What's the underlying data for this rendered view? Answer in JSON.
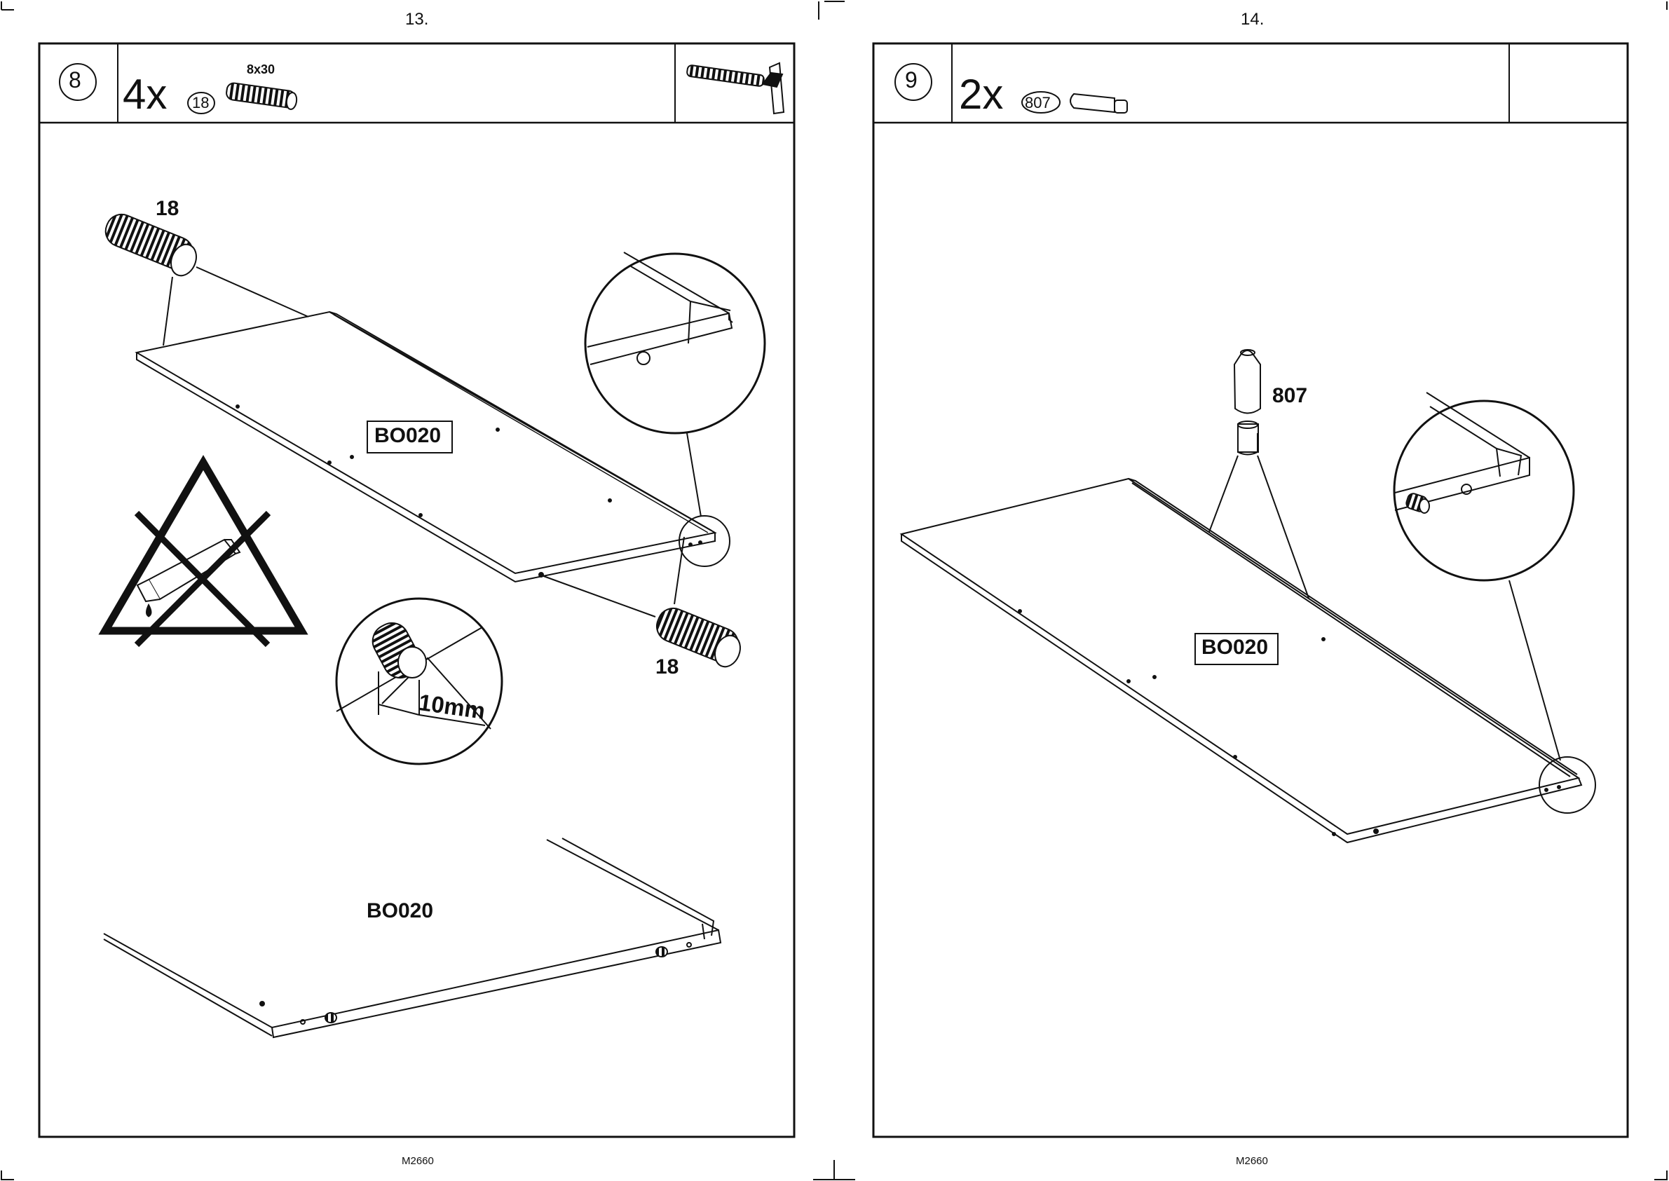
{
  "pages": [
    {
      "page_number": "13.",
      "footer_code": "M2660",
      "step": {
        "number": "8",
        "quantity": "4x",
        "part_id": "18",
        "part_size": "8x30",
        "tool": "hammer-icon"
      },
      "callouts": {
        "dowel_top": "18",
        "dowel_bottom": "18",
        "panel_label_boxed": "BO020",
        "depth": "10mm",
        "panel_label_lower": "BO020"
      },
      "warning_icon": "no-glue-warning-icon"
    },
    {
      "page_number": "14.",
      "footer_code": "M2660",
      "step": {
        "number": "9",
        "quantity": "2x",
        "part_id": "807",
        "part_size": ""
      },
      "callouts": {
        "pin_label": "807",
        "panel_label_boxed": "BO020"
      }
    }
  ],
  "colors": {
    "ink": "#111111",
    "paper": "#ffffff"
  }
}
